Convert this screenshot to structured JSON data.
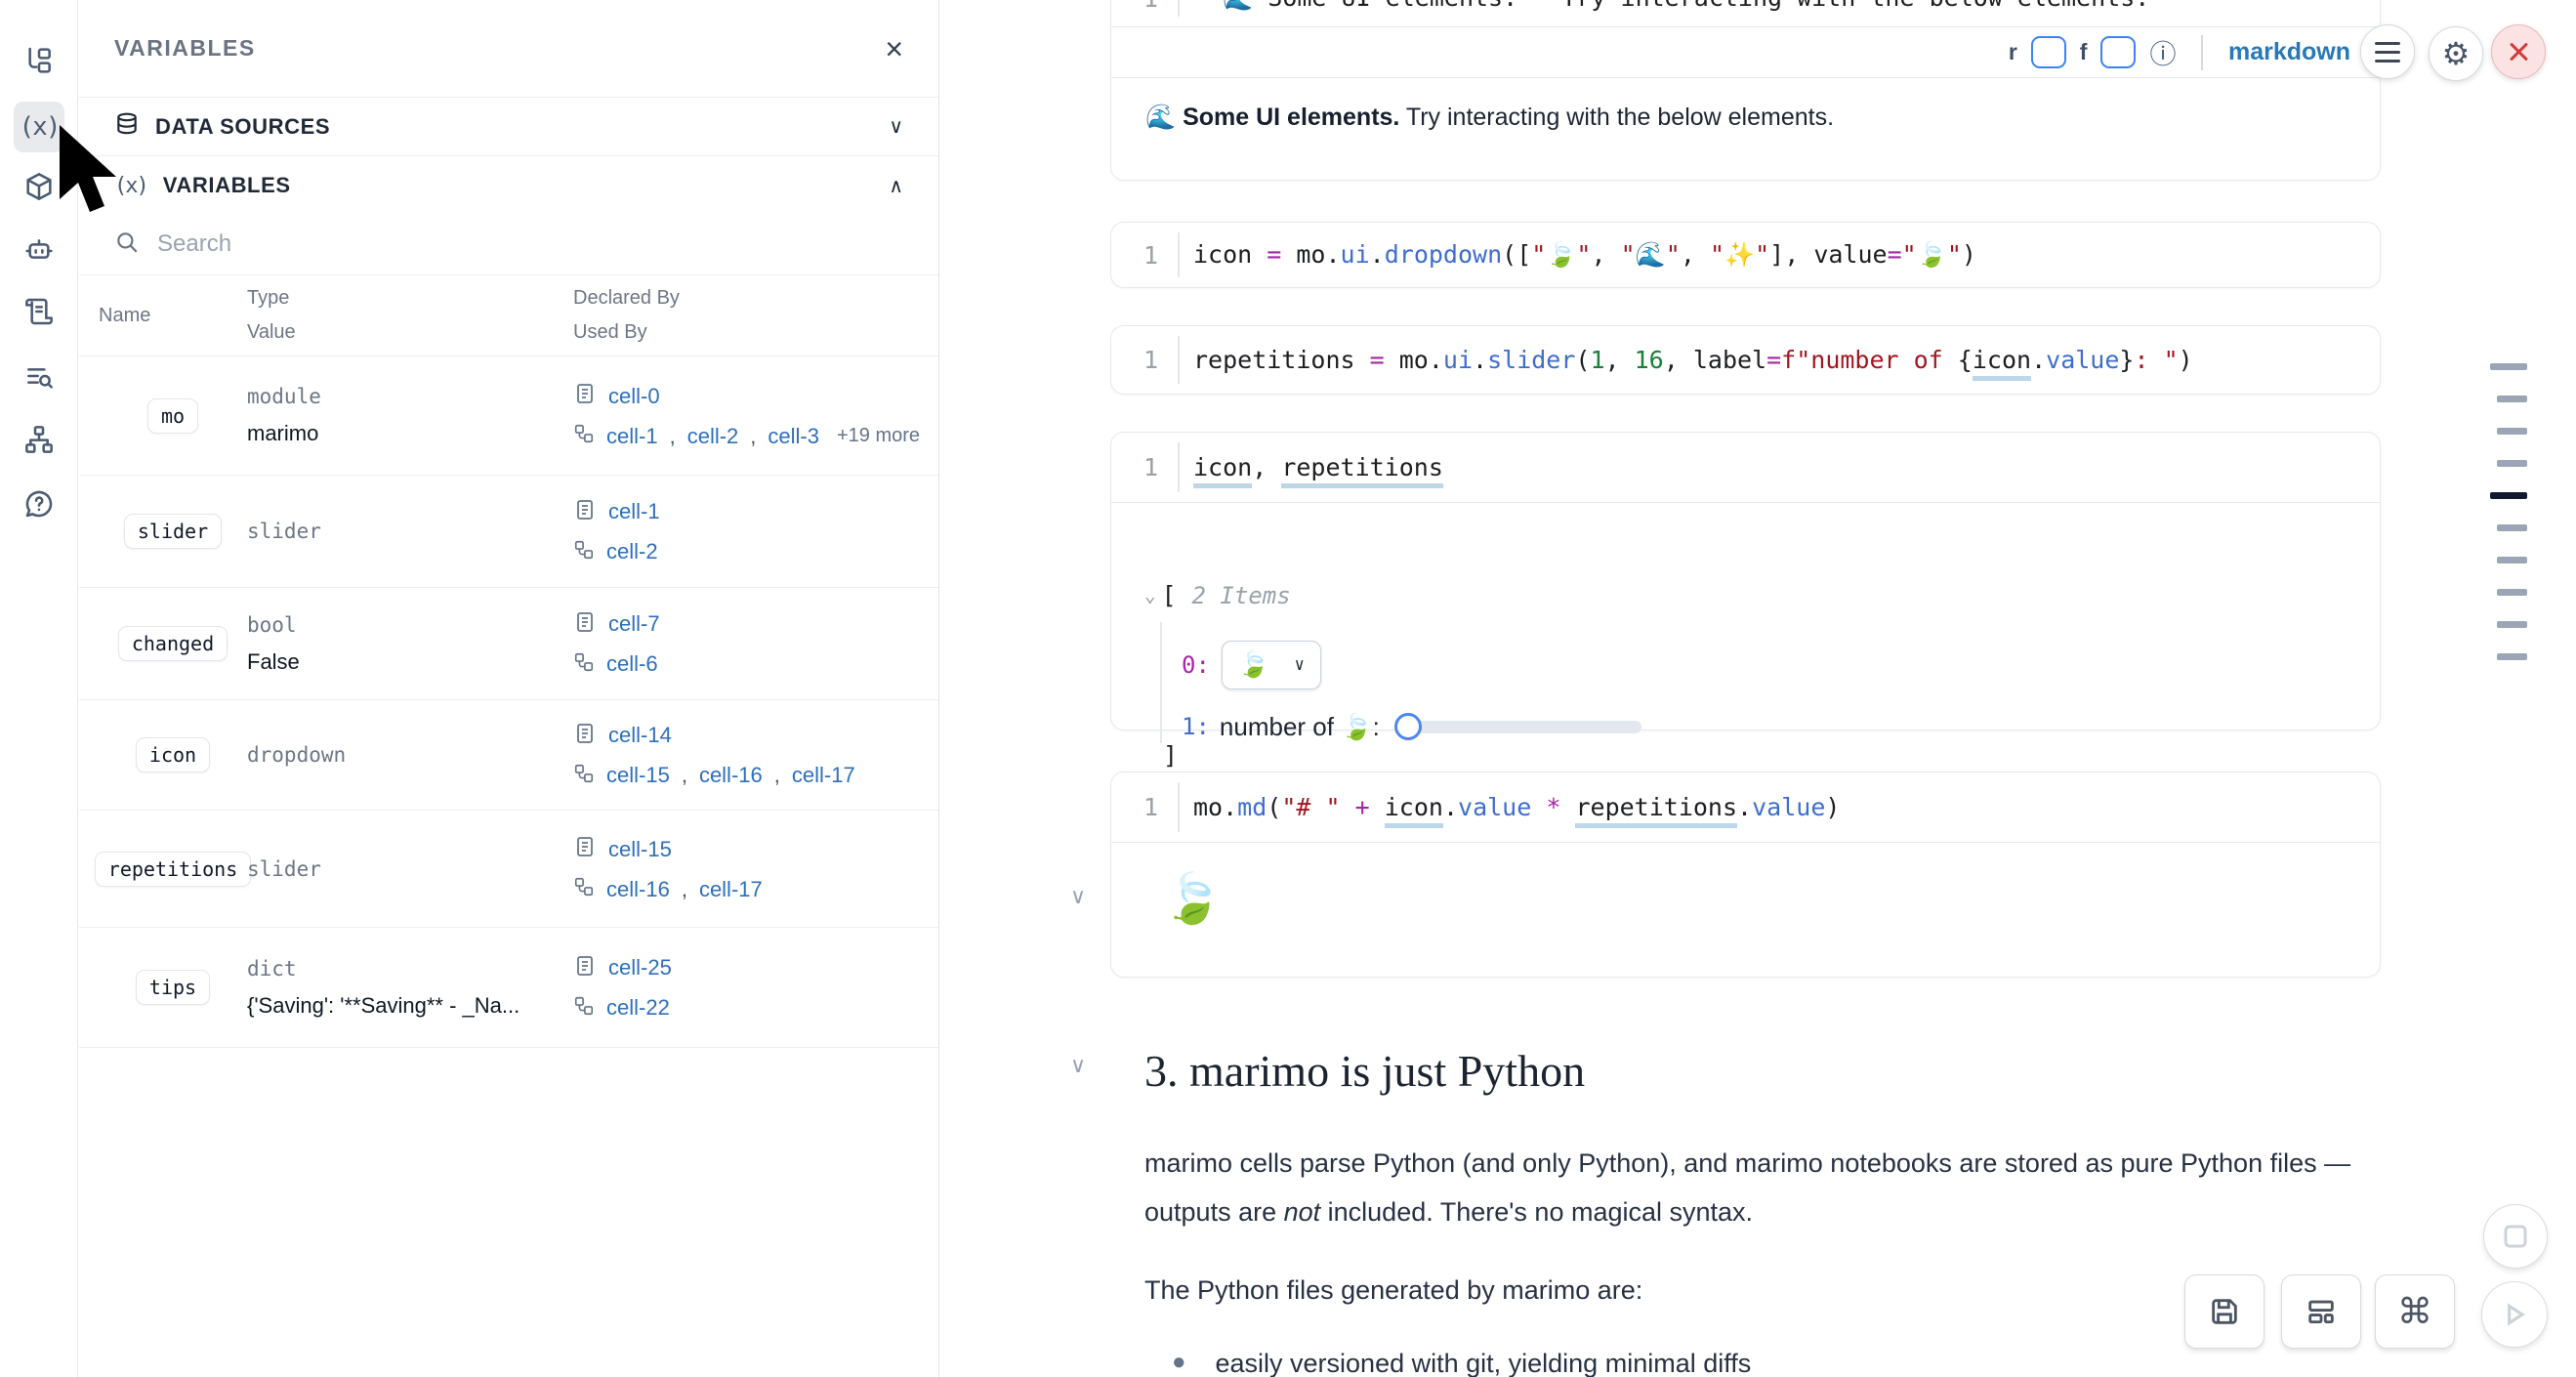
{
  "sidebar": {
    "items": [
      {
        "name": "file-tree-icon"
      },
      {
        "name": "variables-icon",
        "glyph": "(x)",
        "active": true
      },
      {
        "name": "packages-icon"
      },
      {
        "name": "ai-assistant-icon"
      },
      {
        "name": "logs-icon"
      },
      {
        "name": "scratchpad-search-icon"
      },
      {
        "name": "dependency-graph-icon"
      },
      {
        "name": "help-icon"
      }
    ]
  },
  "variables_panel": {
    "title": "VARIABLES",
    "close_label": "×",
    "sections": {
      "data_sources": "DATA SOURCES",
      "variables": "VARIABLES",
      "data_sources_chevron": "∨",
      "variables_chevron": "∧"
    },
    "search_placeholder": "Search",
    "table": {
      "headers": {
        "name": "Name",
        "type": "Type",
        "value": "Value",
        "declared": "Declared By",
        "used": "Used By"
      }
    },
    "rows": [
      {
        "name": "mo",
        "type": "module",
        "value": "marimo",
        "declared": [
          "cell-0"
        ],
        "used": [
          "cell-1",
          "cell-2",
          "cell-3"
        ],
        "used_suffix": "+19 more"
      },
      {
        "name": "slider",
        "type": "slider",
        "value": "",
        "declared": [
          "cell-1"
        ],
        "used": [
          "cell-2"
        ]
      },
      {
        "name": "changed",
        "type": "bool",
        "value": "False",
        "declared": [
          "cell-7"
        ],
        "used": [
          "cell-6"
        ]
      },
      {
        "name": "icon",
        "type": "dropdown",
        "value": "",
        "declared": [
          "cell-14"
        ],
        "used": [
          "cell-15",
          "cell-16",
          "cell-17"
        ]
      },
      {
        "name": "repetitions",
        "type": "slider",
        "value": "",
        "declared": [
          "cell-15"
        ],
        "used": [
          "cell-16",
          "cell-17"
        ]
      },
      {
        "name": "tips",
        "type": "dict",
        "value": "{'Saving': '**Saving** - _Na...",
        "declared": [
          "cell-25"
        ],
        "used": [
          "cell-22"
        ]
      }
    ]
  },
  "cell_toolbar": {
    "r_label": "r",
    "f_label": "f",
    "info_glyph": "ⓘ",
    "mode_label": "markdown"
  },
  "cells": [
    {
      "line": "1",
      "tokens": [
        {
          "t": "**🌊 Some UI elements.** Try interacting with the below elements."
        }
      ]
    },
    {
      "line": "1",
      "tokens": [
        {
          "t": "icon "
        },
        {
          "t": "=",
          "c": "op"
        },
        {
          "t": " mo."
        },
        {
          "t": "ui",
          "c": "fn"
        },
        {
          "t": "."
        },
        {
          "t": "dropdown",
          "c": "fn"
        },
        {
          "t": "(["
        },
        {
          "t": "\"🍃\"",
          "c": "str"
        },
        {
          "t": ", "
        },
        {
          "t": "\"🌊\"",
          "c": "str"
        },
        {
          "t": ", "
        },
        {
          "t": "\"✨\"",
          "c": "str"
        },
        {
          "t": "], value"
        },
        {
          "t": "=",
          "c": "op"
        },
        {
          "t": "\"🍃\"",
          "c": "str"
        },
        {
          "t": ")"
        }
      ]
    },
    {
      "line": "1",
      "tokens": [
        {
          "t": "repetitions "
        },
        {
          "t": "=",
          "c": "op"
        },
        {
          "t": " mo."
        },
        {
          "t": "ui",
          "c": "fn"
        },
        {
          "t": "."
        },
        {
          "t": "slider",
          "c": "fn"
        },
        {
          "t": "("
        },
        {
          "t": "1",
          "c": "num"
        },
        {
          "t": ", "
        },
        {
          "t": "16",
          "c": "num"
        },
        {
          "t": ", label"
        },
        {
          "t": "=",
          "c": "op"
        },
        {
          "t": "f",
          "c": "str"
        },
        {
          "t": "\"number of ",
          "c": "str"
        },
        {
          "t": "{"
        },
        {
          "t": "icon",
          "c": "u"
        },
        {
          "t": "."
        },
        {
          "t": "value",
          "c": "fn"
        },
        {
          "t": "}"
        },
        {
          "t": ": \"",
          "c": "str"
        },
        {
          "t": ")"
        }
      ]
    },
    {
      "line": "1",
      "tokens": [
        {
          "t": "icon",
          "c": "u"
        },
        {
          "t": ", "
        },
        {
          "t": "repetitions",
          "c": "u"
        }
      ]
    },
    {
      "line": "1",
      "tokens": [
        {
          "t": "mo."
        },
        {
          "t": "md",
          "c": "fn"
        },
        {
          "t": "("
        },
        {
          "t": "\"# \"",
          "c": "str"
        },
        {
          "t": " "
        },
        {
          "t": "+",
          "c": "op"
        },
        {
          "t": " "
        },
        {
          "t": "icon",
          "c": "u"
        },
        {
          "t": "."
        },
        {
          "t": "value",
          "c": "fn"
        },
        {
          "t": " "
        },
        {
          "t": "*",
          "c": "op"
        },
        {
          "t": " "
        },
        {
          "t": "repetitions",
          "c": "u"
        },
        {
          "t": "."
        },
        {
          "t": "value",
          "c": "fn"
        },
        {
          "t": ")"
        }
      ]
    }
  ],
  "outputs": {
    "md_banner": {
      "bold": "🌊 Some UI elements.",
      "rest": " Try interacting with the below elements."
    },
    "tree": {
      "collapse_chevron": "⌄",
      "open_bracket": "[",
      "count": "2 Items",
      "item0_index": "0:",
      "dropdown_value": "🍃",
      "dropdown_chevron": "∨",
      "item1_index": "1:",
      "slider_label": "number of 🍃:",
      "close_bracket": "]"
    },
    "leaf": "🍃"
  },
  "markdown": {
    "heading": "3. marimo is just Python",
    "p1_a": "marimo cells parse Python (and only Python), and marimo notebooks are stored as pure Python files — outputs are ",
    "p1_em": "not",
    "p1_b": " included. There's no magical syntax.",
    "p2": "The Python files generated by marimo are:",
    "bullet": "easily versioned with git, yielding minimal diffs"
  },
  "minimap": {
    "count": 10,
    "active_index": 4
  },
  "colors": {
    "link_blue": "#2e6fba",
    "code_blue": "#3d6ecf",
    "code_purple": "#a626a4",
    "code_string_red": "#a31621",
    "code_green": "#1a7f37",
    "markdown_label_blue": "#2878b8",
    "shutdown_red": "#d23b3b",
    "active_marker_dark": "#0f1b2d"
  }
}
